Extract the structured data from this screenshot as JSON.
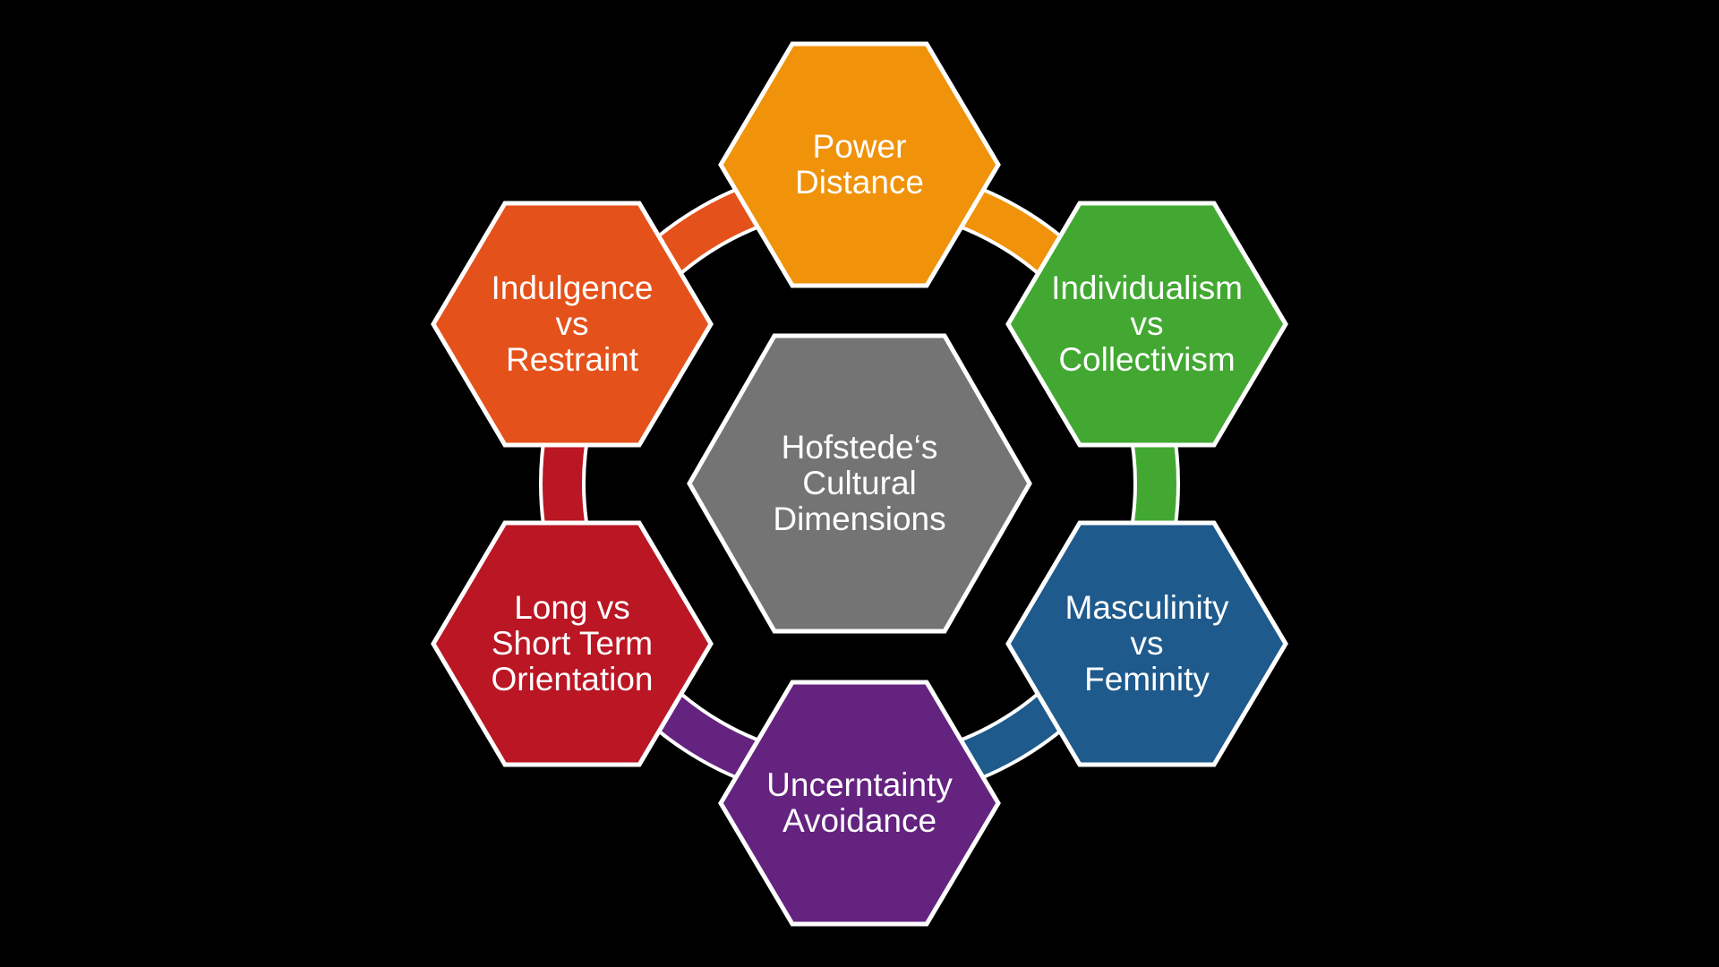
{
  "diagram": {
    "center": {
      "lines": [
        "Hofstede‘s",
        "Cultural",
        "Dimensions"
      ],
      "color": "#747474"
    },
    "nodes": [
      {
        "key": "power-distance",
        "lines": [
          "Power",
          "Distance"
        ],
        "color": "#F0920A",
        "ring_color": "#F0920A"
      },
      {
        "key": "individualism",
        "lines": [
          "Individualism",
          "vs",
          "Collectivism"
        ],
        "color": "#42A832",
        "ring_color": "#42A832"
      },
      {
        "key": "masculinity",
        "lines": [
          "Masculinity",
          "vs",
          "Feminity"
        ],
        "color": "#1E5A8C",
        "ring_color": "#1E5A8C"
      },
      {
        "key": "uncertainty-avoidance",
        "lines": [
          "Uncerntainty",
          "Avoidance"
        ],
        "color": "#64237F",
        "ring_color": "#64237F"
      },
      {
        "key": "long-short-term",
        "lines": [
          "Long vs",
          "Short Term",
          "Orientation"
        ],
        "color": "#BA1623",
        "ring_color": "#BA1623"
      },
      {
        "key": "indulgence",
        "lines": [
          "Indulgence",
          "vs",
          "Restraint"
        ],
        "color": "#E5511A",
        "ring_color": "#E5511A"
      }
    ],
    "border_color": "#FFFFFF",
    "background": "#000000"
  }
}
